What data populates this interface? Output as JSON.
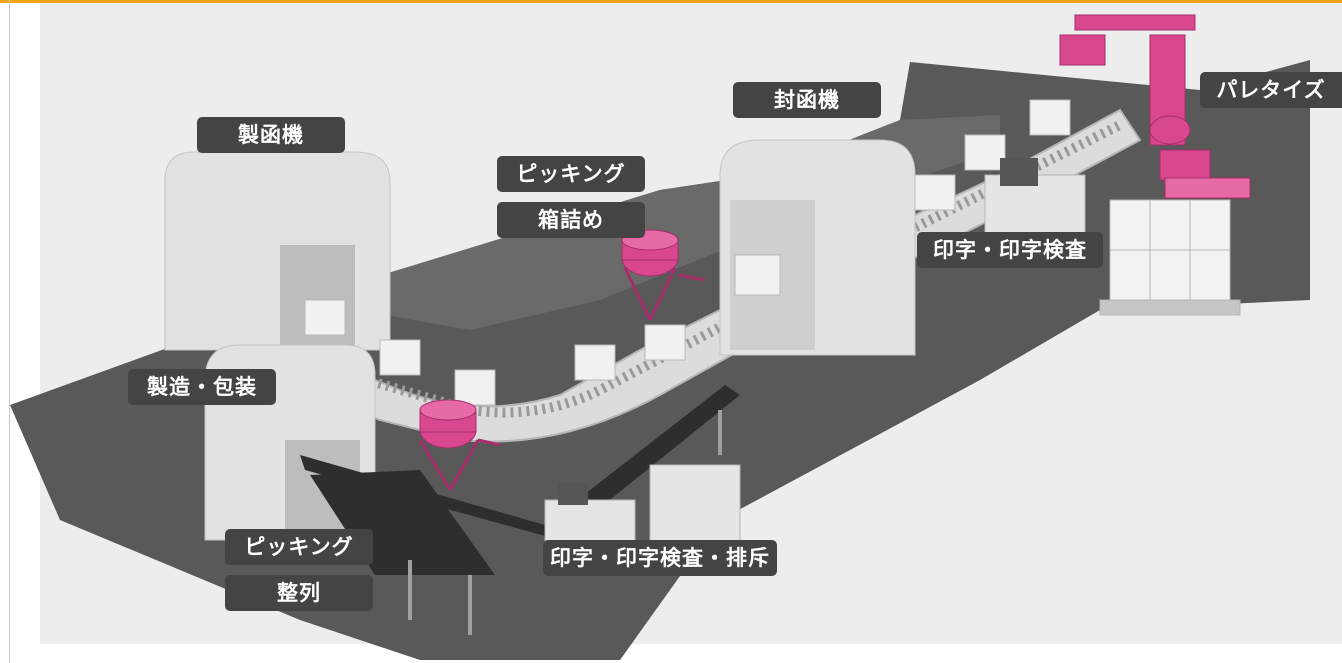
{
  "labels": {
    "box_forming": "製函機",
    "manufacturing_packing": "製造・包装",
    "picking_top": "ピッキング",
    "case_packing": "箱詰め",
    "case_sealer": "封函機",
    "print_inspect": "印字・印字検査",
    "palletizing": "パレタイズ",
    "picking_bottom": "ピッキング",
    "aligning": "整列",
    "print_inspect_reject": "印字・印字検査・排斥"
  },
  "colors": {
    "accent_bar": "#f2a419",
    "robot": "#d9488f",
    "floor": "#595959",
    "label_bg": "#444444",
    "panel_bg": "#ededed"
  }
}
